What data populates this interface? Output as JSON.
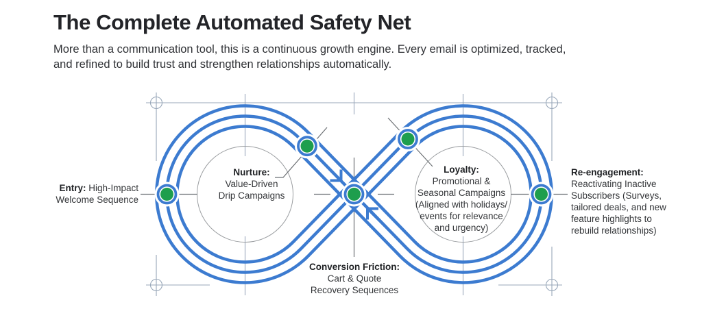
{
  "header": {
    "title": "The Complete Automated Safety Net",
    "subtitle_lines": [
      "More than a communication tool, this is a continuous growth engine. Every email is optimized, tracked,",
      "and refined to build trust and strengthen relationships automatically."
    ]
  },
  "diagram": {
    "nodes": {
      "entry": {
        "bold": "Entry:",
        "text": " High-Impact",
        "line2": "Welcome Sequence"
      },
      "nurture": {
        "bold": "Nurture:",
        "lines": [
          "Value-Driven",
          "Drip Campaigns"
        ]
      },
      "loyalty": {
        "bold": "Loyalty:",
        "lines": [
          "Promotional &",
          "Seasonal Campaigns",
          "(Aligned with holidays/",
          "events for relevance",
          "and urgency)"
        ]
      },
      "conversion": {
        "bold": "Conversion Friction:",
        "lines": [
          "Cart & Quote",
          "Recovery Sequences"
        ]
      },
      "reengagement": {
        "bold": "Re-engagement:",
        "lines": [
          "Reactivating Inactive",
          "Subscribers (Surveys,",
          "tailored deals, and new",
          "feature highlights to",
          "rebuild relationships)"
        ]
      }
    },
    "colors": {
      "loop_blue": "#3C7BD0",
      "node_green": "#1E9E4D",
      "guide_gray": "#98A7B9",
      "leader_gray": "#6B6F73",
      "construction_gray": "#9A9DA0"
    }
  }
}
